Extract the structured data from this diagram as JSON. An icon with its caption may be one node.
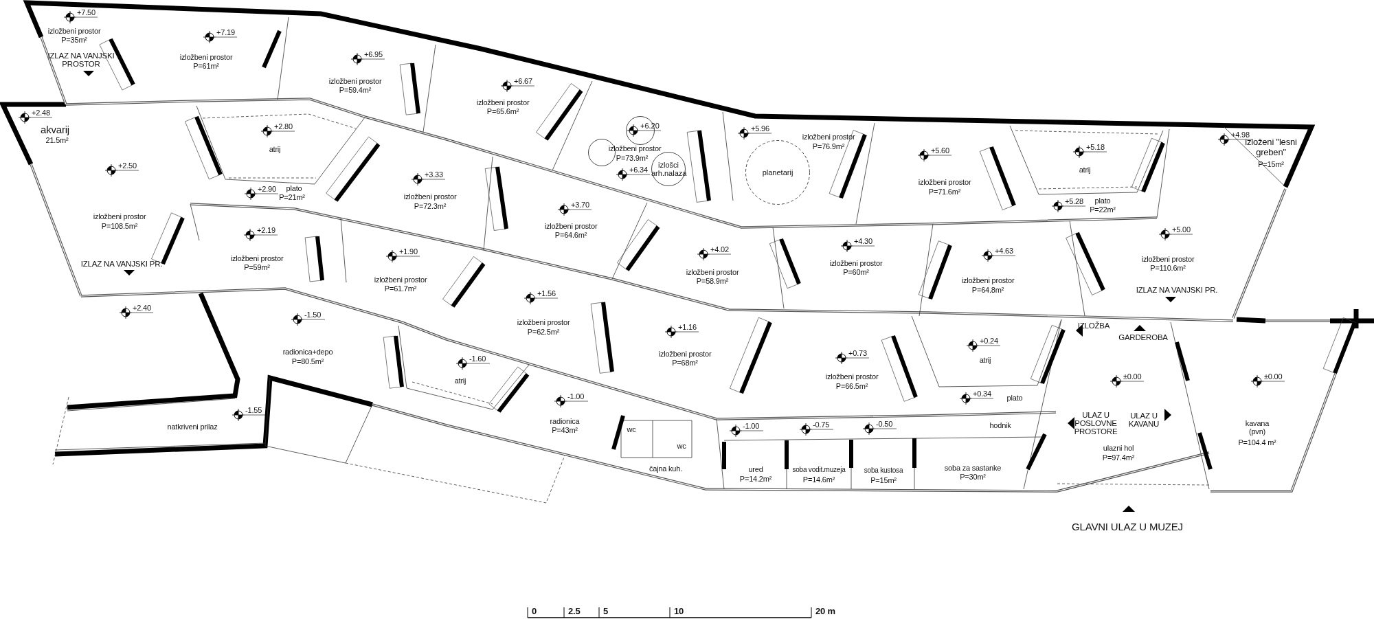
{
  "diagram": {
    "nodes": [
      {
        "text": [
          "+6.20"
        ]
      },
      {
        "text": [],
        "shape": "circle"
      },
      {
        "text": [
          "izlošci arh.nalaza"
        ]
      },
      {
        "text": [
          "planetarij"
        ]
      }
    ],
    "labels": [
      "+7.50",
      "izložbeni prostor",
      "P=35m²",
      "+7.19",
      "izložbeni prostor",
      "P=61m²",
      "IZLAZ NA VANJSKI PROSTOR",
      "+6.95",
      "izložbeni prostor",
      "P=59.4m²",
      "+6.67",
      "izložbeni prostor",
      "P=65.6m²",
      "+2.48",
      "akvarij",
      "21.5m²",
      "+2.80",
      "+5.96",
      "izložbeni prostor",
      "P=76.9m²",
      "+4.98",
      "izloženi \"lesni greben\"",
      "P=15m²",
      "atrij",
      "izložbeni prostor",
      "P=73.9m²",
      "+5.18",
      "+5.60",
      "+6.34",
      "atrij",
      "+2.50",
      "+3.33",
      "izložbeni prostor",
      "P=71.6m²",
      "plato",
      "P=21m²",
      "+2.90",
      "izložbeni prostor",
      "P=72.3m²",
      "plato",
      "P=22m²",
      "+5.28",
      "+3.70",
      "izložbeni prostor",
      "P=108.5m²",
      "izložbeni prostor",
      "P=64.6m²",
      "+5.00",
      "+2.19",
      "+4.30",
      "+4.02",
      "+1.90",
      "+4.63",
      "izložbeni prostor",
      "P=59m²",
      "izložbeni prostor",
      "P=110.6m²",
      "izložbeni prostor",
      "P=60m²",
      "IZLAZ NA VANJSKI PR.",
      "izložbeni prostor",
      "P=58.9m²",
      "izložbeni prostor",
      "P=61.7m²",
      "izložbeni prostor",
      "P=64.8m²",
      "IZLAZ NA VANJSKI PR.",
      "+1.56",
      "+2.40",
      "-1.50",
      "izložbeni prostor",
      "P=62.5m²",
      "IZLOŽBA",
      "+1.16",
      "GARDEROBA",
      "+0.24",
      "radionica+depo",
      "P=80.5m²",
      "izložbeni prostor",
      "P=68m²",
      "+0.73",
      "atrij",
      "-1.60",
      "izložbeni prostor",
      "P=66.5m²",
      "±0.00",
      "±0.00",
      "atrij",
      "+0.34",
      "plato",
      "-1.00",
      "-1.55",
      "ULAZ U POSLOVNE PROSTORE",
      "ULAZ U KAVANU",
      "radionica",
      "P=43m²",
      "hodnik",
      "natkriveni prilaz",
      "-1.00",
      "-0.75",
      "-0.50",
      "wc",
      "kavana (pvn)",
      "P=104.4 m²",
      "wc",
      "ulazni hol",
      "P=97.4m²",
      "čajna kuh.",
      "ured",
      "P=14.2m²",
      "soba vodit.muzeja",
      "P=14.6m²",
      "soba kustosa",
      "P=15m²",
      "soba za sastanke",
      "P=30m²",
      "GLAVNI ULAZ U MUZEJ",
      "0",
      "2.5",
      "5",
      "10",
      "20 m"
    ]
  }
}
